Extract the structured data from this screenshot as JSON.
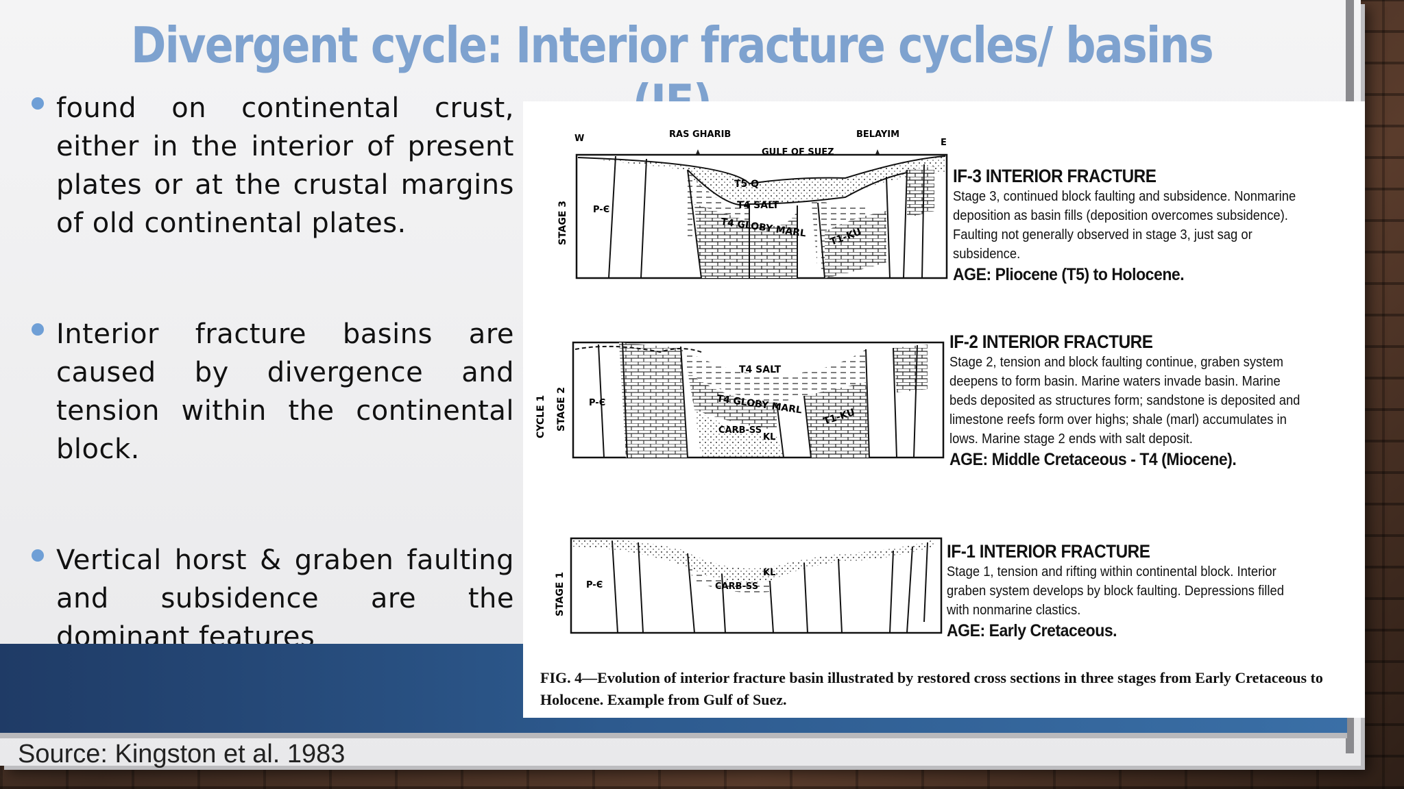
{
  "slide": {
    "title": "Divergent cycle: Interior fracture cycles/ basins (IF)",
    "bullets": [
      "found on continental crust, either in the interior of present plates or at the crustal margins of old continental plates.",
      "Interior fracture basins are caused by divergence and tension within the continental block.",
      "Vertical horst & graben faulting and subsidence are the dominant features"
    ],
    "source": "Source: Kingston et al. 1983"
  },
  "figure": {
    "top_labels": {
      "west": "W",
      "east": "E",
      "ras_gharib": "RAS GHARIB",
      "gulf_of_suez": "GULF OF SUEZ",
      "belayim": "BELAYIM"
    },
    "side_labels": {
      "cycle": "CYCLE 1",
      "stage3": "STAGE 3",
      "stage2": "STAGE 2",
      "stage1": "STAGE 1"
    },
    "section_labels": {
      "pc": "P-Є",
      "t5q": "T5 Q",
      "t4salt": "T4 SALT",
      "t4globy": "T4 GLOBY MARL",
      "t1ku": "T1-KU",
      "carbss": "CARB-SS",
      "kl": "KL"
    },
    "stages": [
      {
        "heading": "IF-3 INTERIOR FRACTURE",
        "body": "Stage 3, continued block faulting and subsidence. Nonmarine deposition as basin fills (deposition overcomes subsidence). Faulting not generally observed in stage 3, just sag or subsidence.",
        "age": "AGE: Pliocene (T5) to Holocene."
      },
      {
        "heading": "IF-2 INTERIOR FRACTURE",
        "body": "Stage 2, tension and block faulting continue, graben system deepens to form basin. Marine waters invade basin. Marine beds deposited as structures form; sandstone is deposited and limestone reefs form over highs; shale (marl) accumulates in lows. Marine stage 2 ends with salt deposit.",
        "age": "AGE: Middle Cretaceous - T4 (Miocene)."
      },
      {
        "heading": "IF-1 INTERIOR FRACTURE",
        "body": "Stage 1, tension and rifting within continental block. Interior graben system develops by block faulting. Depressions filled with nonmarine clastics.",
        "age": "AGE: Early Cretaceous."
      }
    ],
    "caption": "FIG. 4—Evolution of interior fracture basin illustrated by restored cross sections in three stages from Early Cretaceous to Holocene. Example from Gulf of Suez."
  }
}
